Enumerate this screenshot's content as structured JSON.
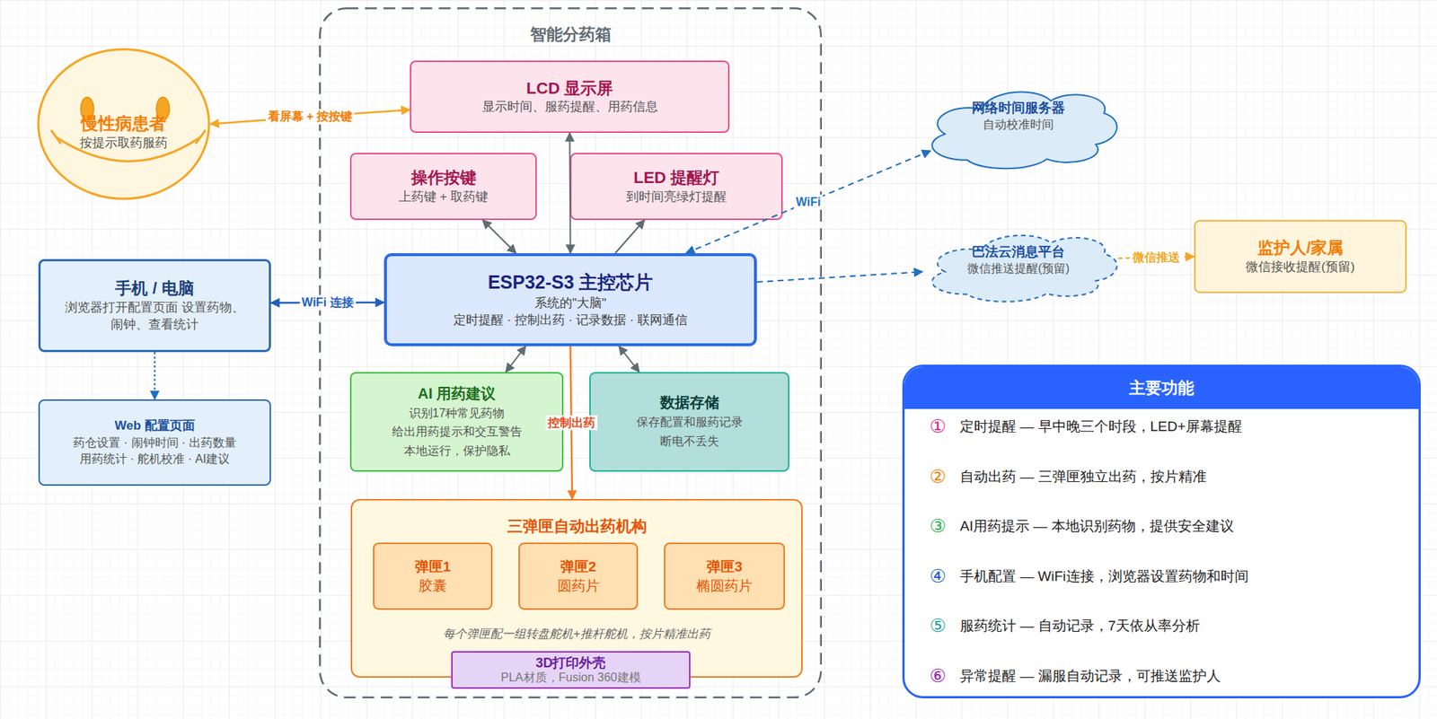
{
  "diagram": {
    "nodes": [
      {
        "text": [
          "慢性病患者",
          "按提示取药服药"
        ]
      },
      {
        "text": [
          "智能分药箱"
        ]
      },
      {
        "text": [
          "LCD 显示屏",
          "显示时间、服药提醒、用药信息"
        ],
        "in": 1
      },
      {
        "text": [
          "操作按键",
          "上药键 + 取药键"
        ],
        "in": 1
      },
      {
        "text": [
          "LED 提醒灯",
          "到时间亮绿灯提醒"
        ],
        "in": 1
      },
      {
        "text": [
          "网络时间服务器",
          "自动校准时间"
        ]
      },
      {
        "text": [
          "巴法云消息平台",
          "微信推送提醒(预留)"
        ]
      },
      {
        "text": [
          "监护人/家属",
          "微信接收提醒(预留)"
        ]
      },
      {
        "text": [
          "手机 / 电脑",
          "浏览器打开配置页面 设置药物、闹钟、查看统计"
        ]
      },
      {
        "text": [
          "ESP32-S3 主控芯片",
          "系统的\"大脑\"",
          "定时提醒 · 控制出药 · 记录数据 · 联网通信"
        ],
        "in": 1
      },
      {
        "text": [
          "Web 配置页面",
          "药仓设置 · 闹钟时间 · 出药数量 用药统计 · 舵机校准 · AI建议"
        ]
      },
      {
        "text": [
          "AI 用药建议",
          "识别17种常见药物 给出用药提示和交互警告 本地运行，保护隐私"
        ],
        "in": 1
      },
      {
        "text": [
          "数据存储",
          "保存配置和服药记录 断电不丢失"
        ],
        "in": 1
      },
      {
        "text": [
          "主要功能",
          "①",
          "定时提醒 — 早中晚三个时段，LED+屏幕提醒",
          "②",
          "自动出药 — 三弹匣独立出药，按片精准",
          "③",
          "AI用药提示 — 本地识别药物，提供安全建议",
          "④",
          "手机配置 — WiFi连接，浏览器设置药物和时间",
          "⑤",
          "服药统计 — 自动记录，7天依从率分析",
          "⑥",
          "异常提醒 — 漏服自动记录，可推送监护人"
        ]
      },
      {
        "text": [
          "三弹匣自动出药机构",
          "每个弹匣配一组转盘舵机+推杆舵机，按片精准出药"
        ],
        "in": 1
      },
      {
        "text": [
          "弹匣1",
          "胶囊"
        ],
        "in": 14
      },
      {
        "text": [
          "弹匣2",
          "圆药片"
        ],
        "in": 14
      },
      {
        "text": [
          "弹匣3",
          "椭圆药片"
        ],
        "in": 14
      },
      {
        "text": [
          "3D打印外壳",
          "PLA材质，Fusion 360建模"
        ],
        "in": 1
      }
    ],
    "edges": [
      {
        "from": 0,
        "to": 2,
        "arrow": "both",
        "label": "看屏幕 + 按按键"
      },
      {
        "from": 2,
        "to": 9,
        "arrow": "both"
      },
      {
        "from": 3,
        "to": 9,
        "arrow": "both"
      },
      {
        "from": 9,
        "to": 4,
        "arrow": "to"
      },
      {
        "from": 9,
        "to": 5,
        "arrow": "both",
        "label": "WiFi"
      },
      {
        "from": 9,
        "to": 6,
        "arrow": "to"
      },
      {
        "from": 6,
        "to": 7,
        "arrow": "to",
        "label": "微信推送"
      },
      {
        "from": 8,
        "to": 9,
        "arrow": "both",
        "label": "WiFi 连接"
      },
      {
        "from": 8,
        "to": 10,
        "arrow": "to"
      },
      {
        "from": 9,
        "to": 11,
        "arrow": "both"
      },
      {
        "from": 9,
        "to": 12,
        "arrow": "both"
      },
      {
        "from": 9,
        "to": 14,
        "arrow": "to",
        "label": "控制出药"
      }
    ]
  }
}
